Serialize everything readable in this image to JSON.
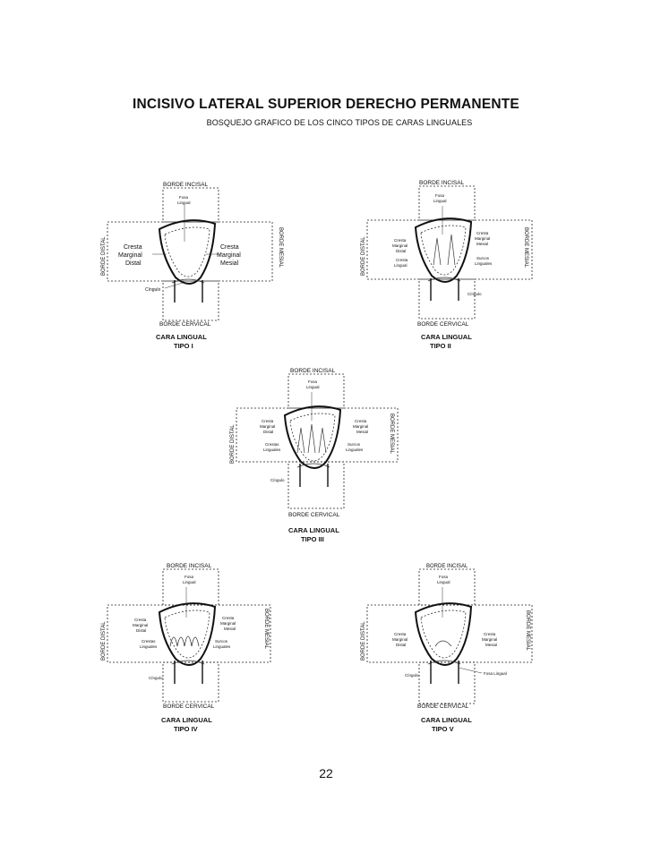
{
  "title": "INCISIVO LATERAL SUPERIOR DERECHO PERMANENTE",
  "subtitle": "BOSQUEJO GRAFICO DE LOS CINCO TIPOS DE CARAS LINGUALES",
  "labels": {
    "borde_incisal": "BORDE INCISAL",
    "borde_cervical": "BORDE CERVICAL",
    "borde_distal": "BORDE DISTAL",
    "borde_mesial": "BORDE MESIAL",
    "fosa": "Fosa",
    "lingual": "Lingual",
    "cresta": "Cresta",
    "marginal": "Marginal",
    "distal": "Distal",
    "mesial": "Mesial",
    "cingulo": "Cíngulo",
    "surcos": "Surcos",
    "crestas": "Crestas",
    "linguales": "Linguales",
    "fosa_lingual": "Fosa Lingual",
    "cara_lingual": "CARA LINGUAL"
  },
  "diagrams": [
    {
      "tipo": "TIPO I"
    },
    {
      "tipo": "TIPO II"
    },
    {
      "tipo": "TIPO III"
    },
    {
      "tipo": "TIPO IV"
    },
    {
      "tipo": "TIPO V"
    }
  ],
  "page_number": "22"
}
